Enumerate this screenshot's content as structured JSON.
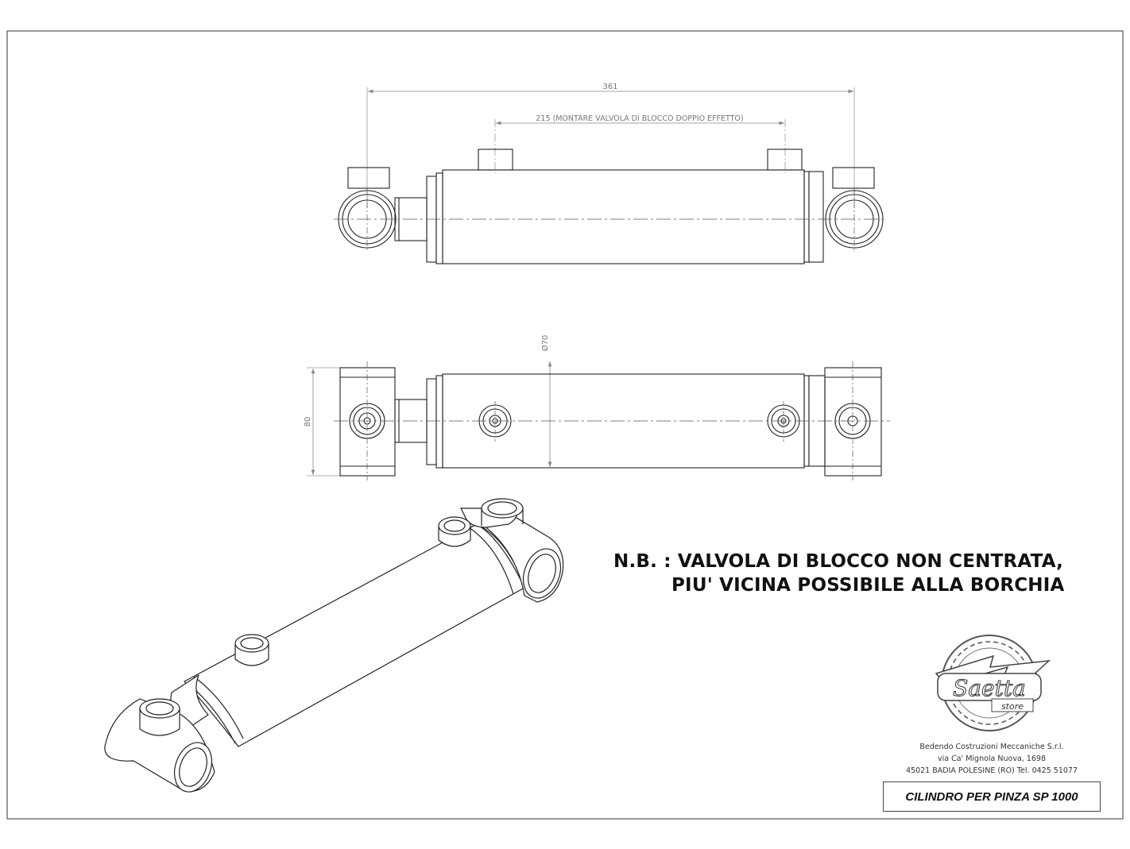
{
  "dimensions": {
    "overall_length": "361",
    "valve_spacing": "215 (MONTARE VALVOLA DI BLOCCO DOPPIO EFFETTO)",
    "diameter": "Ø70",
    "height": "80"
  },
  "note": {
    "line1": "N.B. : VALVOLA DI BLOCCO NON CENTRATA,",
    "line2": "PIU' VICINA POSSIBILE ALLA BORCHIA"
  },
  "logo": {
    "brand": "Saetta",
    "sub": "store"
  },
  "company": {
    "name": "Bedendo Costruzioni Meccaniche S.r.l.",
    "address": "via Ca' Mignola Nuova, 1698",
    "city_phone": "45021 BADIA POLESINE (RO) Tel. 0425 51077"
  },
  "title_block": {
    "drawing_title": "CILINDRO PER PINZA SP 1000"
  }
}
